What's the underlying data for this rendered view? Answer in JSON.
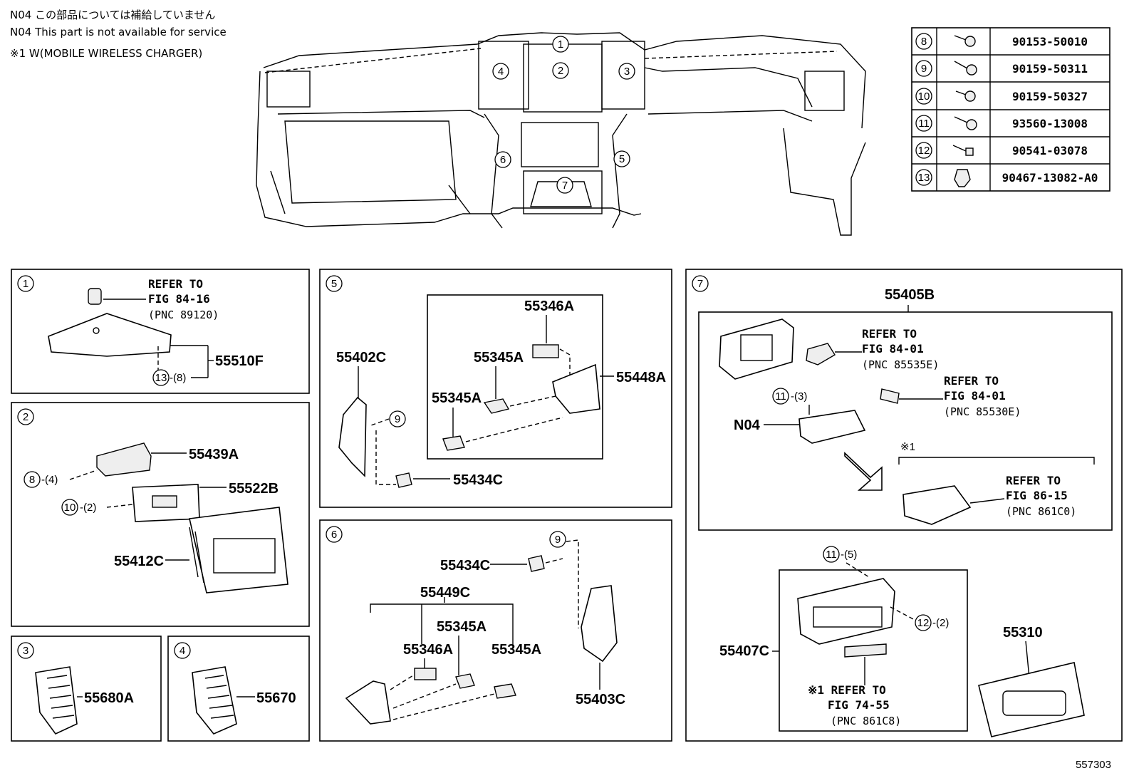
{
  "notes": {
    "line1": "N04 この部品については補給していません",
    "line2": "N04 This part is not available for service",
    "line3": "※1 W(MOBILE WIRELESS CHARGER)"
  },
  "fastener_table": [
    {
      "ref": "8",
      "part": "90153-50010"
    },
    {
      "ref": "9",
      "part": "90159-50311"
    },
    {
      "ref": "10",
      "part": "90159-50327"
    },
    {
      "ref": "11",
      "part": "93560-13008"
    },
    {
      "ref": "12",
      "part": "90541-03078"
    },
    {
      "ref": "13",
      "part": "90467-13082-A0"
    }
  ],
  "overview_callouts": [
    "1",
    "2",
    "3",
    "4",
    "5",
    "6",
    "7"
  ],
  "panel1": {
    "num": "1",
    "refer_l1": "REFER TO",
    "refer_l2": "FIG 84-16",
    "refer_l3": "(PNC 89120)",
    "part": "55510F",
    "fastener_ref": "13",
    "fastener_qty": "-(8)"
  },
  "panel2": {
    "num": "2",
    "part_a": "55439A",
    "part_b": "55522B",
    "part_c": "55412C",
    "f8_ref": "8",
    "f8_qty": "-(4)",
    "f10_ref": "10",
    "f10_qty": "-(2)"
  },
  "panel3": {
    "num": "3",
    "part": "55680A"
  },
  "panel4": {
    "num": "4",
    "part": "55670"
  },
  "panel5": {
    "num": "5",
    "p_55346A": "55346A",
    "p_55345A_1": "55345A",
    "p_55345A_2": "55345A",
    "p_55448A": "55448A",
    "p_55402C": "55402C",
    "p_55434C": "55434C",
    "f9": "9"
  },
  "panel6": {
    "num": "6",
    "p_55434C": "55434C",
    "p_55449C": "55449C",
    "p_55345A_1": "55345A",
    "p_55346A": "55346A",
    "p_55345A_2": "55345A",
    "p_55403C": "55403C",
    "f9": "9"
  },
  "panel7": {
    "num": "7",
    "p_55405B": "55405B",
    "ref1_l1": "REFER TO",
    "ref1_l2": "FIG 84-01",
    "ref1_l3": "(PNC 85535E)",
    "ref2_l1": "REFER TO",
    "ref2_l2": "FIG 84-01",
    "ref2_l3": "(PNC 85530E)",
    "f11_ref": "11",
    "f11_qty": "-(3)",
    "n04": "N04",
    "mark1": "※1",
    "ref3_l1": "REFER TO",
    "ref3_l2": "FIG 86-15",
    "ref3_l3": "(PNC 861C0)",
    "f11b_ref": "11",
    "f11b_qty": "-(5)",
    "f12_ref": "12",
    "f12_qty": "-(2)",
    "p_55407C": "55407C",
    "ref4_l1": "※1 REFER TO",
    "ref4_l2": "FIG 74-55",
    "ref4_l3": "(PNC 861C8)",
    "p_55310": "55310"
  },
  "figure_id": "557303"
}
